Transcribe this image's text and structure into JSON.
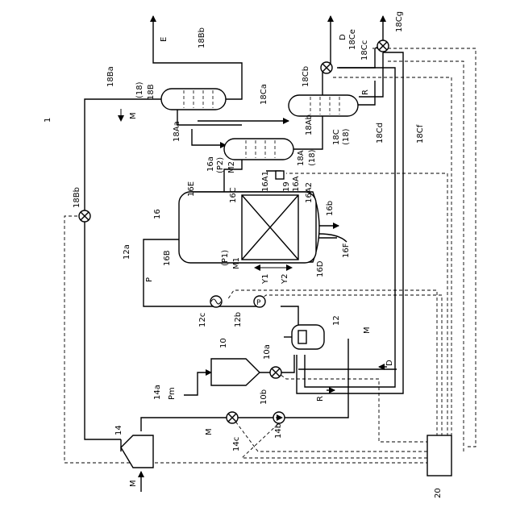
{
  "figure_number": "1",
  "labels": {
    "l_E": "E",
    "l_18Bb": "18Bb",
    "l_18Cg": "18Cg",
    "l_D_top": "D",
    "l_18Ce": "18Ce",
    "l_18Cc": "18Cc",
    "l_18Ba": "18Ba",
    "l_18B_paren": "(18)",
    "l_18B": "18B",
    "l_M_top": "M",
    "l_18Ca": "18Ca",
    "l_18Cb": "18Cb",
    "l_R_top": "R",
    "l_18Aa": "18Aa",
    "l_18Ab": "18Ab",
    "l_18C": "18C",
    "l_18C_paren": "(18)",
    "l_18Cd": "18Cd",
    "l_18Cf": "18Cf",
    "l_18A": "18A",
    "l_18A_paren": "(18)",
    "l_16a": "16a",
    "l_P2": "(P2)",
    "l_M2": "M2",
    "l_16A1": "16A1",
    "l_19": "19",
    "l_16A": "16A",
    "l_16A2": "16A2",
    "l_16E": "16E",
    "l_16C": "16C",
    "l_16b": "16b",
    "l_18Bb_valve": "18Bb",
    "l_16": "16",
    "l_12a": "12a",
    "l_P1": "(P1)",
    "l_M1": "M1",
    "l_16F": "16F",
    "l_16B": "16B",
    "l_P_left": "P",
    "l_Y1": "Y1",
    "l_Y2": "Y2",
    "l_16D": "16D",
    "l_12c": "12c",
    "l_12b": "12b",
    "l_12": "12",
    "l_M_mid": "M",
    "l_10": "10",
    "l_10a": "10a",
    "l_D_mid": "D",
    "l_Pm": "Pm",
    "l_14a": "14a",
    "l_10b": "10b",
    "l_R_mid": "R",
    "l_14": "14",
    "l_M_low": "M",
    "l_14c": "14c",
    "l_14b": "14b",
    "l_M_bottom": "M",
    "l_20": "20"
  }
}
